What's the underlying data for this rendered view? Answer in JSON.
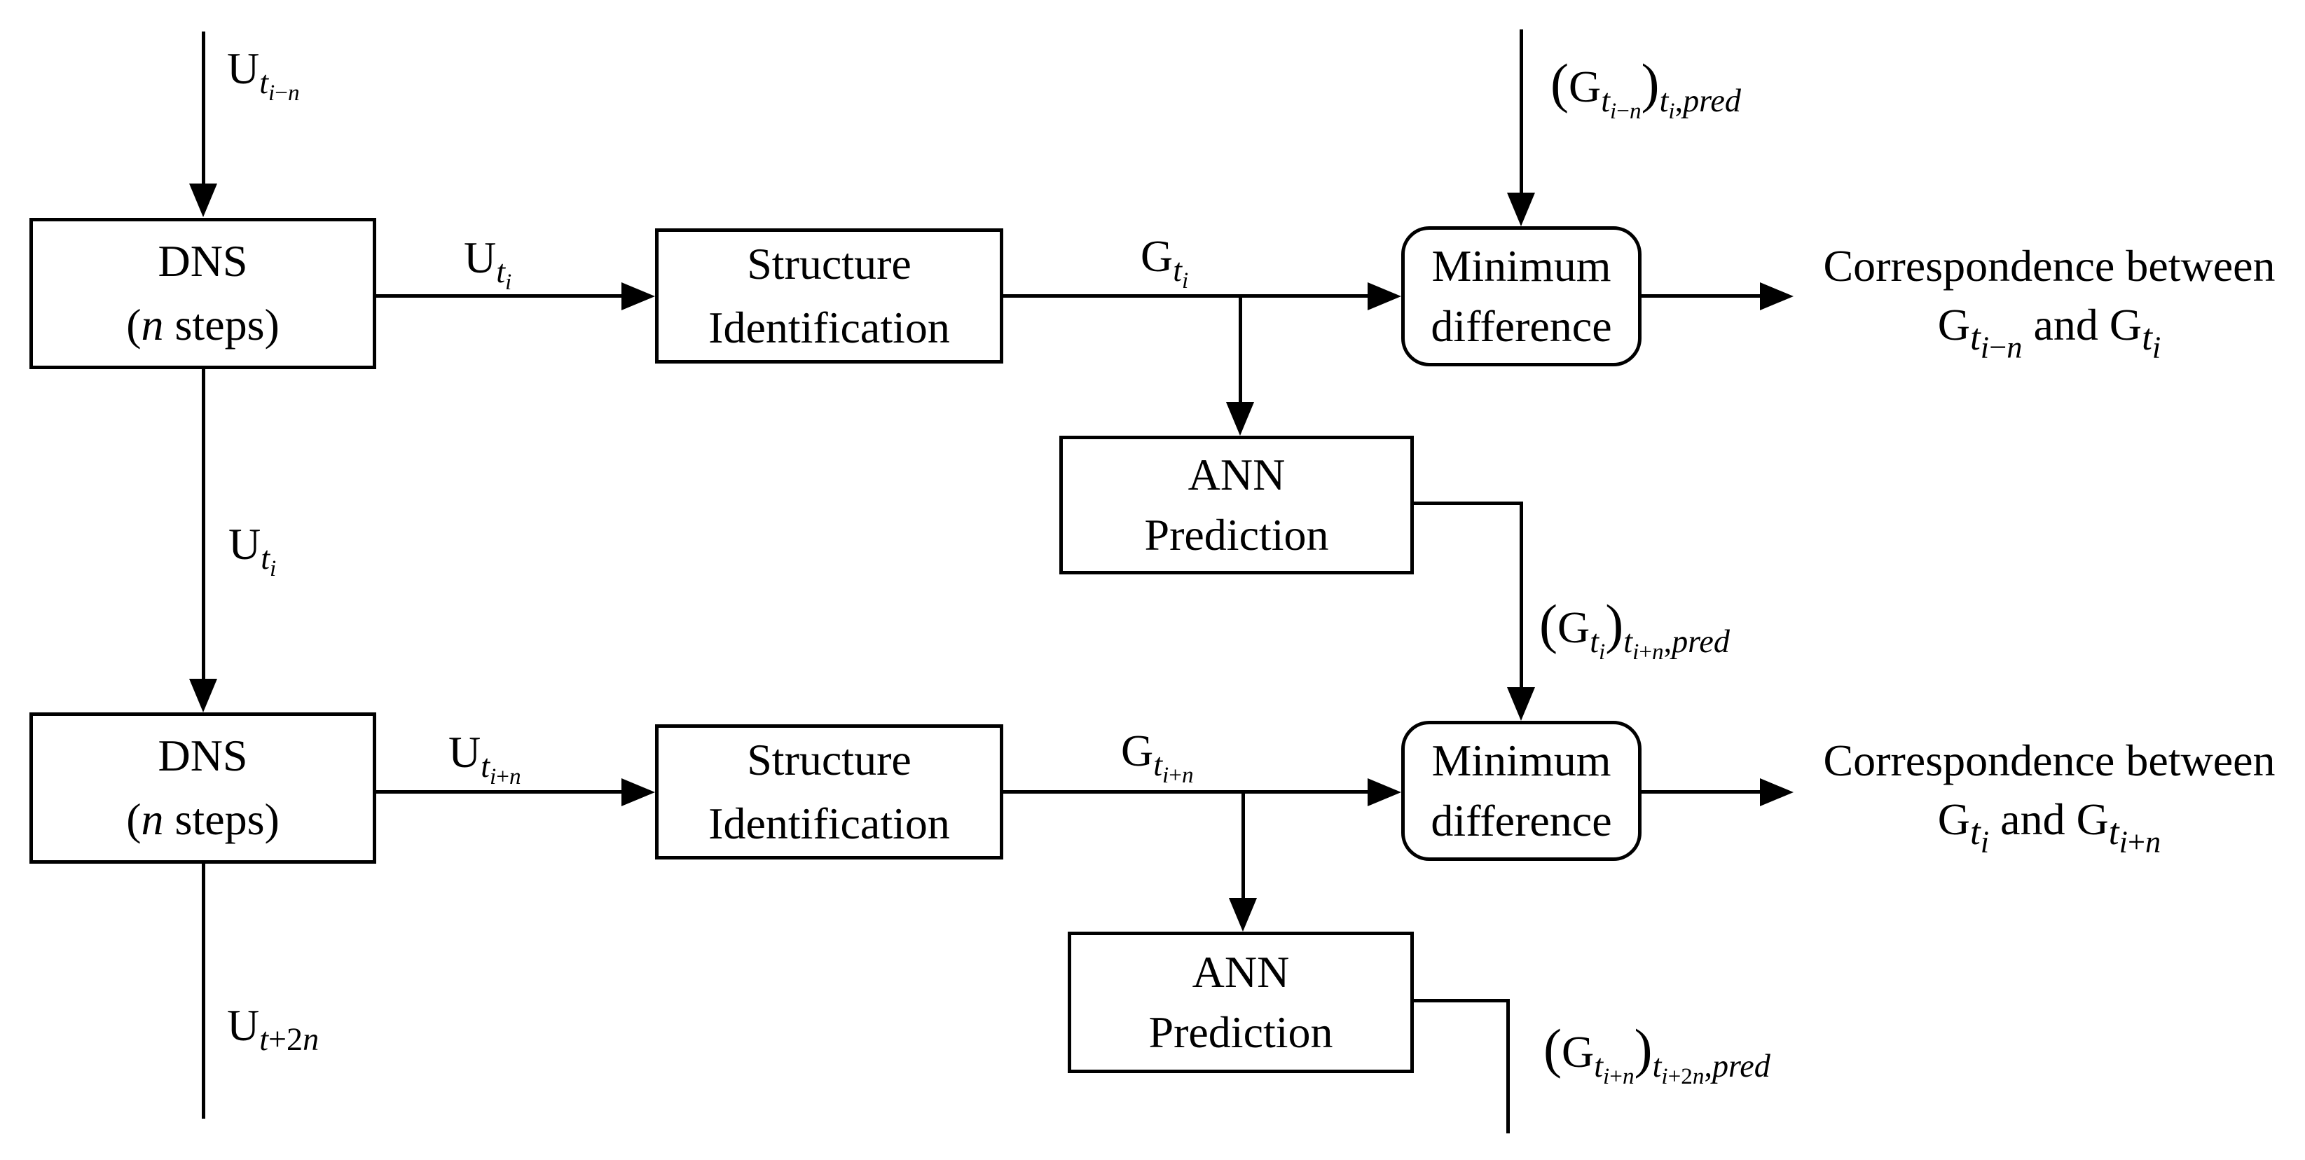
{
  "diagram": {
    "title": "DNS / structure identification / ANN prediction flowchart",
    "colors": {
      "background": "#ffffff",
      "line": "#000000",
      "text": "#000000"
    },
    "nodes": {
      "dns_top": {
        "line1_html": "DNS",
        "line2_html": "(<i>n</i> steps)"
      },
      "structure_top": {
        "line1_html": "Structure",
        "line2_html": "Identification"
      },
      "min_diff_top": {
        "line1_html": "Minimum",
        "line2_html": "difference"
      },
      "ann_top": {
        "line1_html": "ANN",
        "line2_html": "Prediction"
      },
      "dns_bottom": {
        "line1_html": "DNS",
        "line2_html": "(<i>n</i> steps)"
      },
      "structure_bottom": {
        "line1_html": "Structure",
        "line2_html": "Identification"
      },
      "min_diff_bottom": {
        "line1_html": "Minimum",
        "line2_html": "difference"
      },
      "ann_bottom": {
        "line1_html": "ANN",
        "line2_html": "Prediction"
      }
    },
    "edge_labels": {
      "u_t_i_minus_n_html": "U<sub><i>t</i><sub><i>i</i>−<i>n</i></sub></sub>",
      "u_t_i_top_html": "U<sub><i>t</i><sub><i>i</i></sub></sub>",
      "g_t_i_top_html": "G<sub><i>t</i><sub><i>i</i></sub></sub>",
      "g_pred_top_html": "<span class=p>(</span>G<sub><i>t</i><sub><i>i</i>−<i>n</i></sub></sub><span class=p>)</span><sub><i>t</i><sub><i>i</i></sub>,<i>pred</i></sub>",
      "u_t_i_mid_html": "U<sub><i>t</i><sub><i>i</i></sub></sub>",
      "g_pred_mid_html": "<span class=p>(</span>G<sub><i>t</i><sub><i>i</i></sub></sub><span class=p>)</span><sub><i>t</i><sub><i>i</i>+<i>n</i></sub>,<i>pred</i></sub>",
      "u_t_i_plus_n_html": "U<sub><i>t</i><sub><i>i</i>+<i>n</i></sub></sub>",
      "g_t_i_plus_n_html": "G<sub><i>t</i><sub><i>i</i>+<i>n</i></sub></sub>",
      "g_pred_bottom_html": "<span class=p>(</span>G<sub><i>t</i><sub><i>i</i>+<i>n</i></sub></sub><span class=p>)</span><sub><i>t</i><sub><i>i</i>+2<i>n</i></sub>,<i>pred</i></sub>",
      "u_t_plus_2n_html": "U<sub><i>t</i>+2<i>n</i></sub>"
    },
    "outputs": {
      "corr_top": {
        "line1": "Correspondence between",
        "line2_html": "G<sub><i>t</i><sub><i>i</i>−<i>n</i></sub></sub> and G<sub><i>t</i><sub><i>i</i></sub></sub>"
      },
      "corr_bottom": {
        "line1": "Correspondence between",
        "line2_html": "G<sub><i>t</i><sub><i>i</i></sub></sub> and G<sub><i>t</i><sub><i>i</i>+<i>n</i></sub></sub>"
      }
    }
  }
}
